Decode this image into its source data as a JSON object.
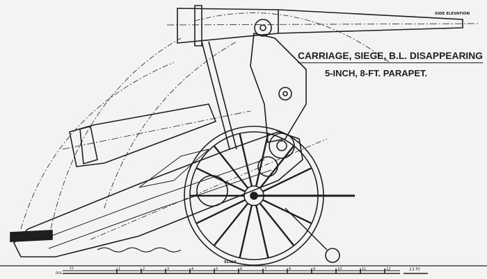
{
  "drawing": {
    "view_label": "SIDE ELEVATION",
    "title_line1": "CARRIAGE, SIEGE, B.L. DISAPPEARING",
    "title_line2": "5-INCH, 8-FT. PARAPET.",
    "scale_label": "SCALE",
    "scale_inches_label": "Ins",
    "scale_inches_value": "12",
    "scale_ticks": [
      "1",
      "2",
      "3",
      "4",
      "5",
      "6",
      "7",
      "8",
      "9",
      "10",
      "11",
      "12"
    ],
    "scale_end_label": "13 Ft"
  },
  "colors": {
    "ink": "#1e1e1e",
    "paper": "#f3f3f1"
  }
}
